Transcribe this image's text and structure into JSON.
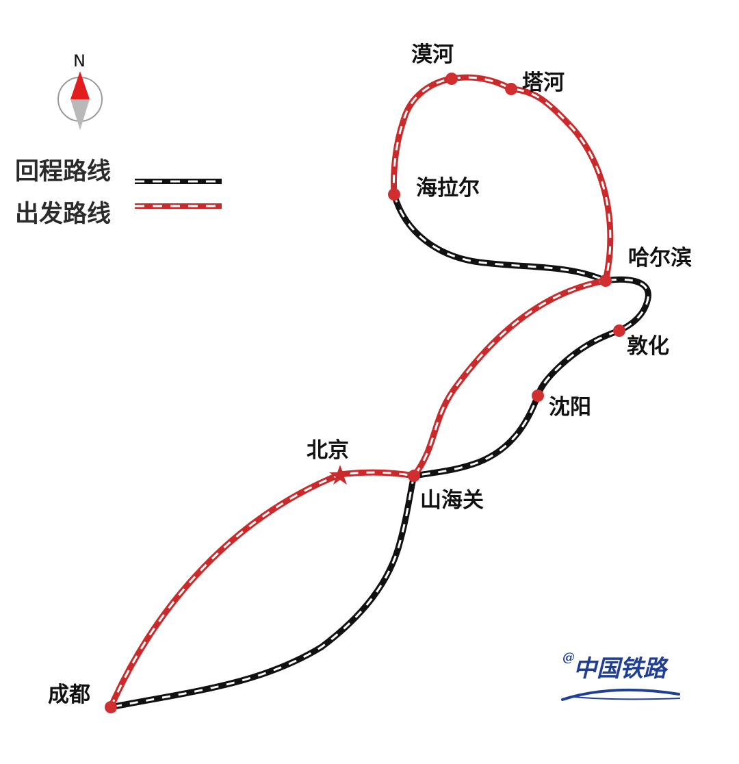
{
  "compass": {
    "north_label": "N"
  },
  "legend": {
    "return_route_label": "回程路线",
    "outbound_route_label": "出发路线"
  },
  "stations": {
    "mohe": "漠河",
    "tahe": "塔河",
    "hailar": "海拉尔",
    "harbin": "哈尔滨",
    "dunhua": "敦化",
    "shenyang": "沈阳",
    "beijing": "北京",
    "shanhaiguan": "山海关",
    "chengdu": "成都"
  },
  "watermark": {
    "at": "@",
    "text": "中国铁路"
  },
  "colors": {
    "outbound_line": "#cc2a2a",
    "return_line": "#111111",
    "station_dot": "#d12f2f",
    "beijing_star": "#c92b2b",
    "watermark": "#1e3f95"
  },
  "icons": {
    "compass": "compass-icon",
    "station": "station-dot-icon",
    "capital": "star-icon"
  }
}
